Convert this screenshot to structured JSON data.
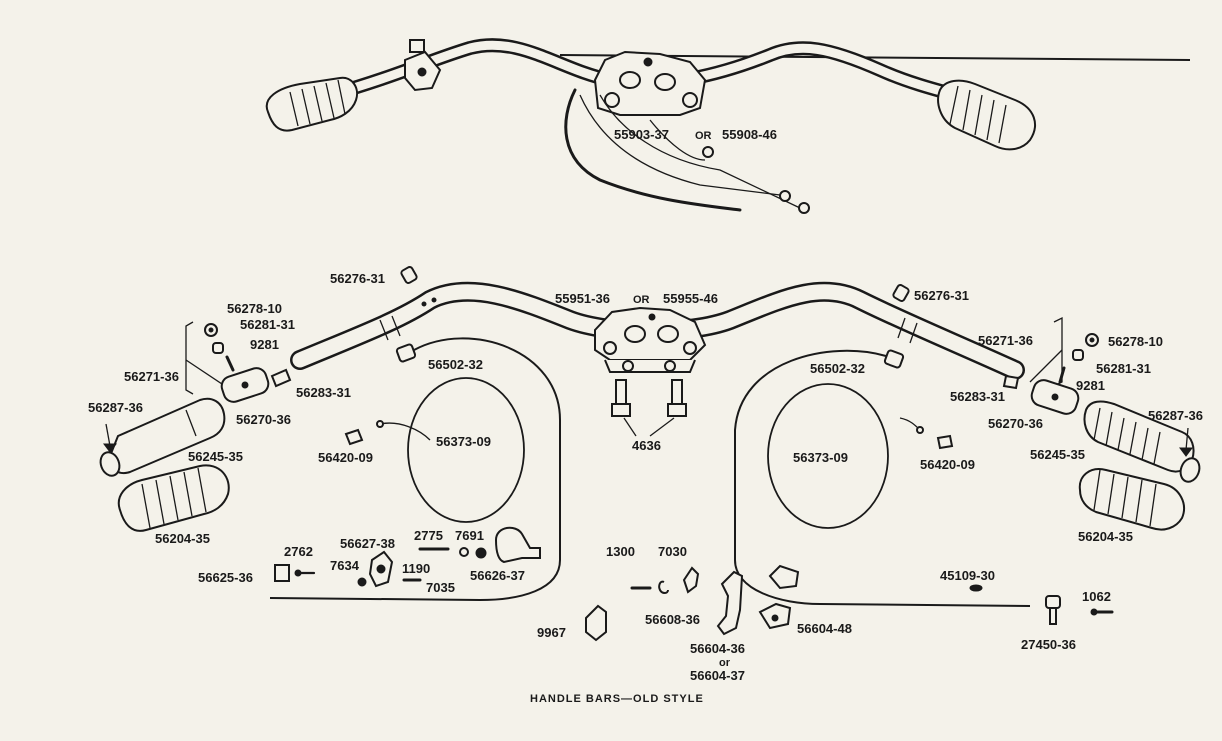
{
  "caption": "HANDLE BARS—OLD STYLE",
  "labels": {
    "top_clamp": "55903-37",
    "top_or": "OR",
    "top_clamp_alt": "55908-46",
    "bar_main": "55951-36",
    "bar_or": "OR",
    "bar_main_alt": "55955-46",
    "l_56276": "56276-31",
    "r_56276": "56276-31",
    "l_56278": "56278-10",
    "l_56281": "56281-31",
    "l_9281": "9281",
    "l_56271": "56271-36",
    "l_56283": "56283-31",
    "l_56270": "56270-36",
    "l_56287": "56287-36",
    "l_56245": "56245-35",
    "l_56204": "56204-35",
    "l_56502": "56502-32",
    "l_56373": "56373-09",
    "l_56420": "56420-09",
    "bolt_4636": "4636",
    "r_56271": "56271-36",
    "r_56278": "56278-10",
    "r_56281": "56281-31",
    "r_9281": "9281",
    "r_56283": "56283-31",
    "r_56270": "56270-36",
    "r_56287": "56287-36",
    "r_56245": "56245-35",
    "r_56204": "56204-35",
    "r_56502": "56502-32",
    "r_56373": "56373-09",
    "r_56420": "56420-09",
    "p_2762": "2762",
    "p_56625": "56625-36",
    "p_56627": "56627-38",
    "p_7634": "7634",
    "p_2775": "2775",
    "p_7691": "7691",
    "p_1190": "1190",
    "p_7035": "7035",
    "p_56626": "56626-37",
    "p_1300": "1300",
    "p_7030": "7030",
    "p_56608": "56608-36",
    "p_9967": "9967",
    "p_56604a": "56604-36",
    "p_56604or": "or",
    "p_56604b": "56604-37",
    "p_56604_48": "56604-48",
    "p_45109": "45109-30",
    "p_1062": "1062",
    "p_27450": "27450-36"
  }
}
